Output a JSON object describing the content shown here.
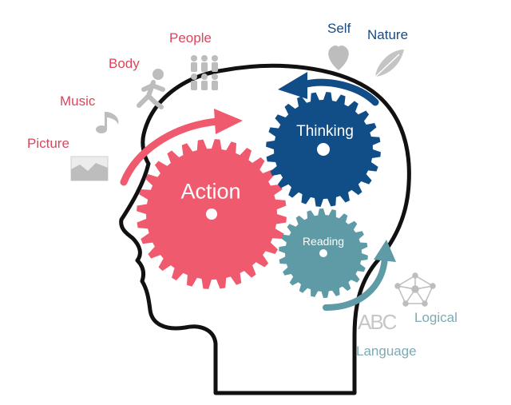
{
  "gears": {
    "action": "Action",
    "thinking": "Thinking",
    "reading": "Reading"
  },
  "labels": {
    "self": "Self",
    "nature": "Nature",
    "people": "People",
    "body": "Body",
    "music": "Music",
    "picture": "Picture",
    "logical": "Logical",
    "language": "Language",
    "abc_letters": "ABC"
  },
  "colors": {
    "action": "#f05a6e",
    "thinking": "#114d86",
    "reading": "#5e9ba6",
    "outline": "#111111",
    "red_label": "#d9475e",
    "blue_label": "#1a4a82",
    "icon_grey": "#bdbdbd"
  },
  "icons": [
    "heart-icon",
    "leaf-icon",
    "people-icon",
    "running-person-icon",
    "music-note-icon",
    "picture-icon",
    "network-icon",
    "abc-icon"
  ]
}
